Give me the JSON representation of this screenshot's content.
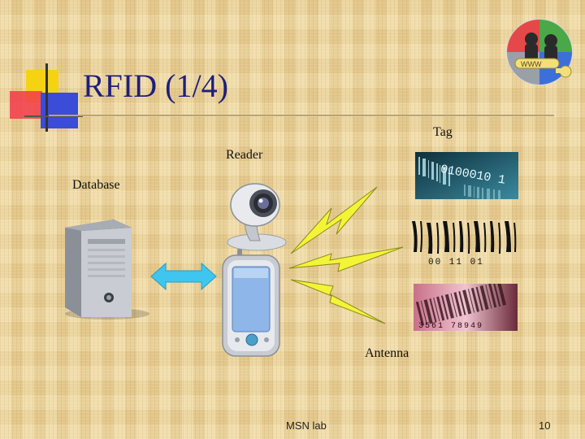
{
  "slide": {
    "title": "RFID (1/4)",
    "labels": {
      "tag": "Tag",
      "reader": "Reader",
      "database": "Database",
      "antenna": "Antenna"
    },
    "footer": {
      "lab": "MSN lab",
      "page_number": "10"
    },
    "logo_text": "WWW",
    "tag_codes": [
      "0100010 1",
      "00 11 01",
      "3561 78949"
    ]
  },
  "colors": {
    "title": "#1f1f7a",
    "arrow": "#3ec6f0",
    "lightning": "#f4f436",
    "accent_yellow": "#f5d313",
    "accent_red": "#f23a4a",
    "accent_blue": "#3a4cd8"
  },
  "icons": [
    "server-icon",
    "webcam-icon",
    "pda-icon",
    "double-arrow-icon",
    "lightning-icon",
    "barcode-icon",
    "logo-icon"
  ]
}
